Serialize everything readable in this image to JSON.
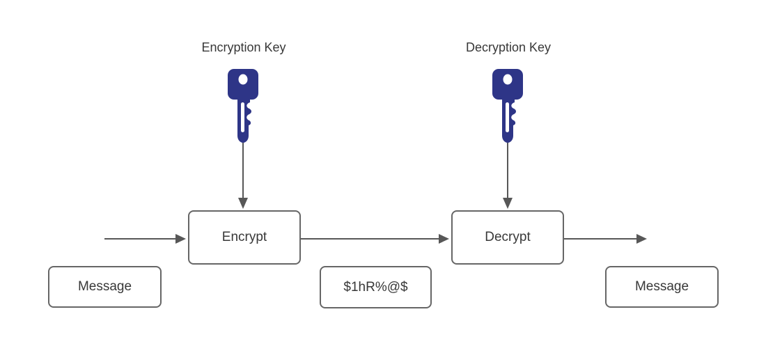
{
  "diagram": {
    "type": "encryption-flow",
    "labels": {
      "encryption_key": "Encryption Key",
      "decryption_key": "Decryption Key"
    },
    "nodes": {
      "encrypt": "Encrypt",
      "decrypt": "Decrypt",
      "message_left": "Message",
      "ciphertext": "$1hR%@$",
      "message_right": "Message"
    },
    "icons": {
      "encryption_key": "key-icon",
      "decryption_key": "key-icon"
    },
    "edges": [
      {
        "from": "message_left",
        "to": "encrypt"
      },
      {
        "from": "encryption_key",
        "to": "encrypt"
      },
      {
        "from": "encrypt",
        "to": "decrypt"
      },
      {
        "from": "decryption_key",
        "to": "decrypt"
      },
      {
        "from": "decrypt",
        "to": "message_right"
      }
    ],
    "colors": {
      "background": "#ffffff",
      "key_fill": "#2e3587",
      "arrow": "#575757",
      "box_border": "#666666",
      "text": "#383838"
    }
  }
}
